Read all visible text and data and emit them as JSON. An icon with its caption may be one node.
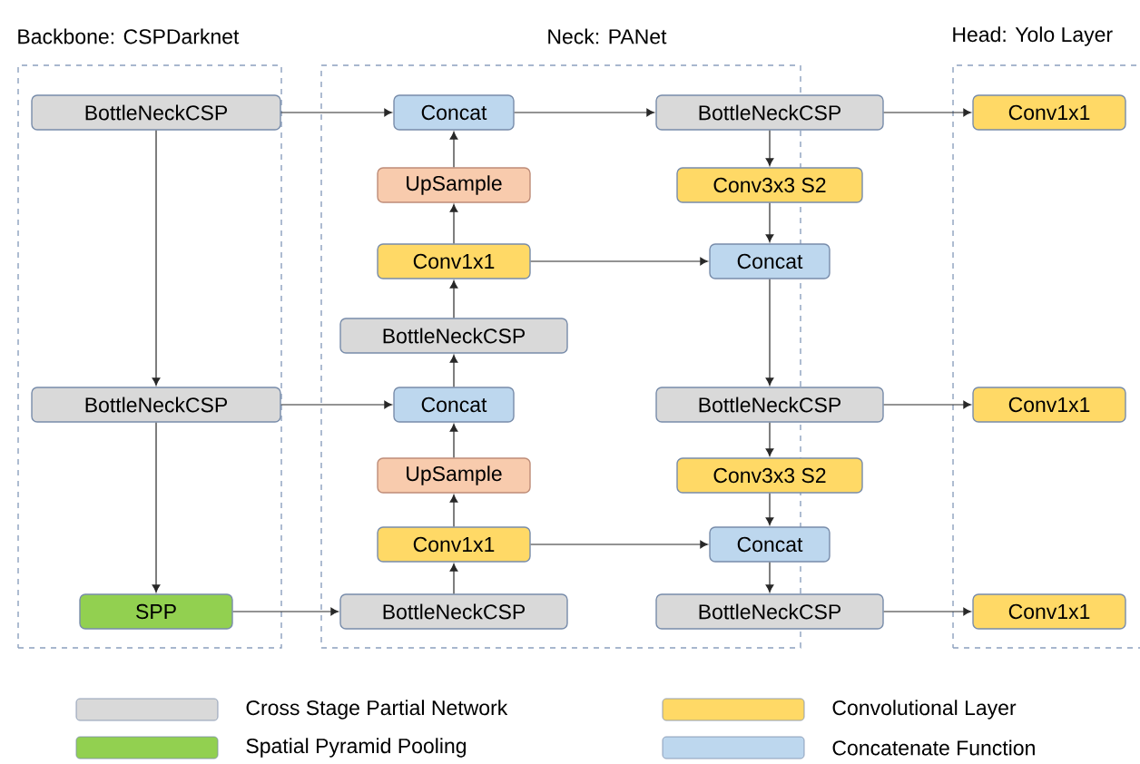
{
  "diagram": {
    "nodes": [
      {
        "text": [
          "Backbone: CSPDarknet"
        ]
      },
      {
        "text": [
          "Neck: PANet"
        ]
      },
      {
        "text": [
          "Head: Yolo Layer"
        ]
      },
      {
        "text": [
          "BottleNeckCSP"
        ],
        "in": 0
      },
      {
        "text": [
          "BottleNeckCSP"
        ],
        "in": 0
      },
      {
        "text": [
          "SPP"
        ],
        "in": 0
      },
      {
        "text": [
          "Concat"
        ],
        "in": 1
      },
      {
        "text": [
          "UpSample"
        ],
        "in": 1
      },
      {
        "text": [
          "Conv1x1"
        ],
        "in": 1
      },
      {
        "text": [
          "BottleNeckCSP"
        ],
        "in": 1
      },
      {
        "text": [
          "Concat"
        ],
        "in": 1
      },
      {
        "text": [
          "UpSample"
        ],
        "in": 1
      },
      {
        "text": [
          "Conv1x1"
        ],
        "in": 1
      },
      {
        "text": [
          "BottleNeckCSP"
        ],
        "in": 1
      },
      {
        "text": [
          "BottleNeckCSP"
        ],
        "in": 1
      },
      {
        "text": [
          "Conv3x3 S2"
        ],
        "in": 1
      },
      {
        "text": [
          "Concat"
        ],
        "in": 1
      },
      {
        "text": [
          "BottleNeckCSP"
        ],
        "in": 1
      },
      {
        "text": [
          "Conv3x3 S2"
        ],
        "in": 1
      },
      {
        "text": [
          "Concat"
        ],
        "in": 1
      },
      {
        "text": [
          "BottleNeckCSP"
        ],
        "in": 1
      },
      {
        "text": [
          "Conv1x1"
        ],
        "in": 2
      },
      {
        "text": [
          "Conv1x1"
        ],
        "in": 2
      },
      {
        "text": [
          "Conv1x1"
        ],
        "in": 2
      }
    ],
    "edges": [
      {
        "from": 3,
        "to": 4,
        "arrow": "to"
      },
      {
        "from": 4,
        "to": 5,
        "arrow": "to"
      },
      {
        "from": 3,
        "to": 6,
        "arrow": "to"
      },
      {
        "from": 4,
        "to": 10,
        "arrow": "to"
      },
      {
        "from": 5,
        "to": 13,
        "arrow": "to"
      },
      {
        "from": 13,
        "to": 12,
        "arrow": "to"
      },
      {
        "from": 12,
        "to": 11,
        "arrow": "to"
      },
      {
        "from": 11,
        "to": 10,
        "arrow": "to"
      },
      {
        "from": 10,
        "to": 9,
        "arrow": "to"
      },
      {
        "from": 9,
        "to": 8,
        "arrow": "to"
      },
      {
        "from": 8,
        "to": 7,
        "arrow": "to"
      },
      {
        "from": 7,
        "to": 6,
        "arrow": "to"
      },
      {
        "from": 6,
        "to": 14,
        "arrow": "to"
      },
      {
        "from": 14,
        "to": 15,
        "arrow": "to"
      },
      {
        "from": 15,
        "to": 16,
        "arrow": "to"
      },
      {
        "from": 8,
        "to": 16,
        "arrow": "to"
      },
      {
        "from": 16,
        "to": 17,
        "arrow": "to"
      },
      {
        "from": 17,
        "to": 18,
        "arrow": "to"
      },
      {
        "from": 18,
        "to": 19,
        "arrow": "to"
      },
      {
        "from": 12,
        "to": 19,
        "arrow": "to"
      },
      {
        "from": 19,
        "to": 20,
        "arrow": "to"
      },
      {
        "from": 14,
        "to": 21,
        "arrow": "to"
      },
      {
        "from": 17,
        "to": 22,
        "arrow": "to"
      },
      {
        "from": 20,
        "to": 23,
        "arrow": "to"
      }
    ],
    "legend": [
      {
        "text": "Cross Stage Partial Network",
        "color": "#d9d9d9"
      },
      {
        "text": "Spatial Pyramid Pooling",
        "color": "#92d050"
      },
      {
        "text": "Convolutional Layer",
        "color": "#ffd966"
      },
      {
        "text": "Concatenate Function",
        "color": "#bdd7ee"
      }
    ]
  }
}
